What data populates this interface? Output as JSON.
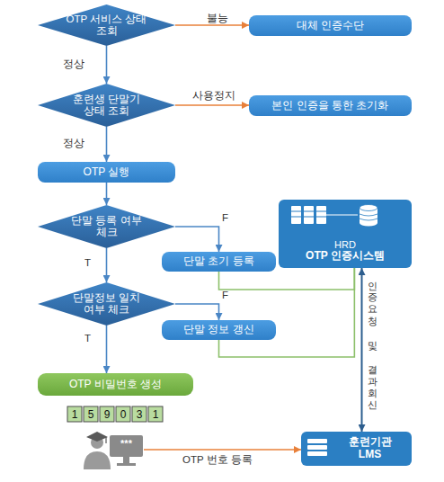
{
  "diagram": {
    "nodes": [
      {
        "text": [
          "OTP 서비스 상태 조회"
        ]
      },
      {
        "text": [
          "대체 인증수단"
        ]
      },
      {
        "text": [
          "훈련생 단말기 상태 조회"
        ]
      },
      {
        "text": [
          "본인 인증을 통한 초기화"
        ]
      },
      {
        "text": [
          "OTP 실행"
        ]
      },
      {
        "text": [
          "단말 등록 여부 체크"
        ]
      },
      {
        "text": [
          "HRD",
          "OTP 인증시스템"
        ]
      },
      {
        "text": [
          "단말 초기 등록"
        ]
      },
      {
        "text": [
          "단말정보 일치 여부 체크"
        ]
      },
      {
        "text": [
          "단말 정보 갱신"
        ]
      },
      {
        "text": [
          "OTP 비밀번호 생성"
        ]
      },
      {
        "text": [
          "***"
        ]
      },
      {
        "text": [
          "훈련기관 LMS"
        ]
      }
    ],
    "edges": [
      {
        "from": 0,
        "to": 1,
        "label": "불능",
        "arrow": "to"
      },
      {
        "from": 0,
        "to": 2,
        "label": "정상",
        "arrow": "to"
      },
      {
        "from": 2,
        "to": 3,
        "label": "사용정지",
        "arrow": "to"
      },
      {
        "from": 2,
        "to": 4,
        "label": "정상",
        "arrow": "to"
      },
      {
        "from": 4,
        "to": 5,
        "arrow": "to"
      },
      {
        "from": 5,
        "to": 7,
        "label": "F",
        "arrow": "to"
      },
      {
        "from": 5,
        "to": 8,
        "label": "T",
        "arrow": "to"
      },
      {
        "from": 8,
        "to": 9,
        "label": "F",
        "arrow": "to"
      },
      {
        "from": 8,
        "to": 10,
        "label": "T",
        "arrow": "to"
      },
      {
        "from": 7,
        "to": 6,
        "arrow": "none"
      },
      {
        "from": 9,
        "to": 6,
        "arrow": "none"
      },
      {
        "from": 6,
        "to": 12,
        "label": "인증요청 및 결과회신",
        "arrow": "both"
      },
      {
        "from": 11,
        "to": 12,
        "label": "OTP 번호 등록",
        "arrow": "to"
      }
    ],
    "labels": [
      "1",
      "5",
      "9",
      "0",
      "3",
      "1"
    ]
  }
}
